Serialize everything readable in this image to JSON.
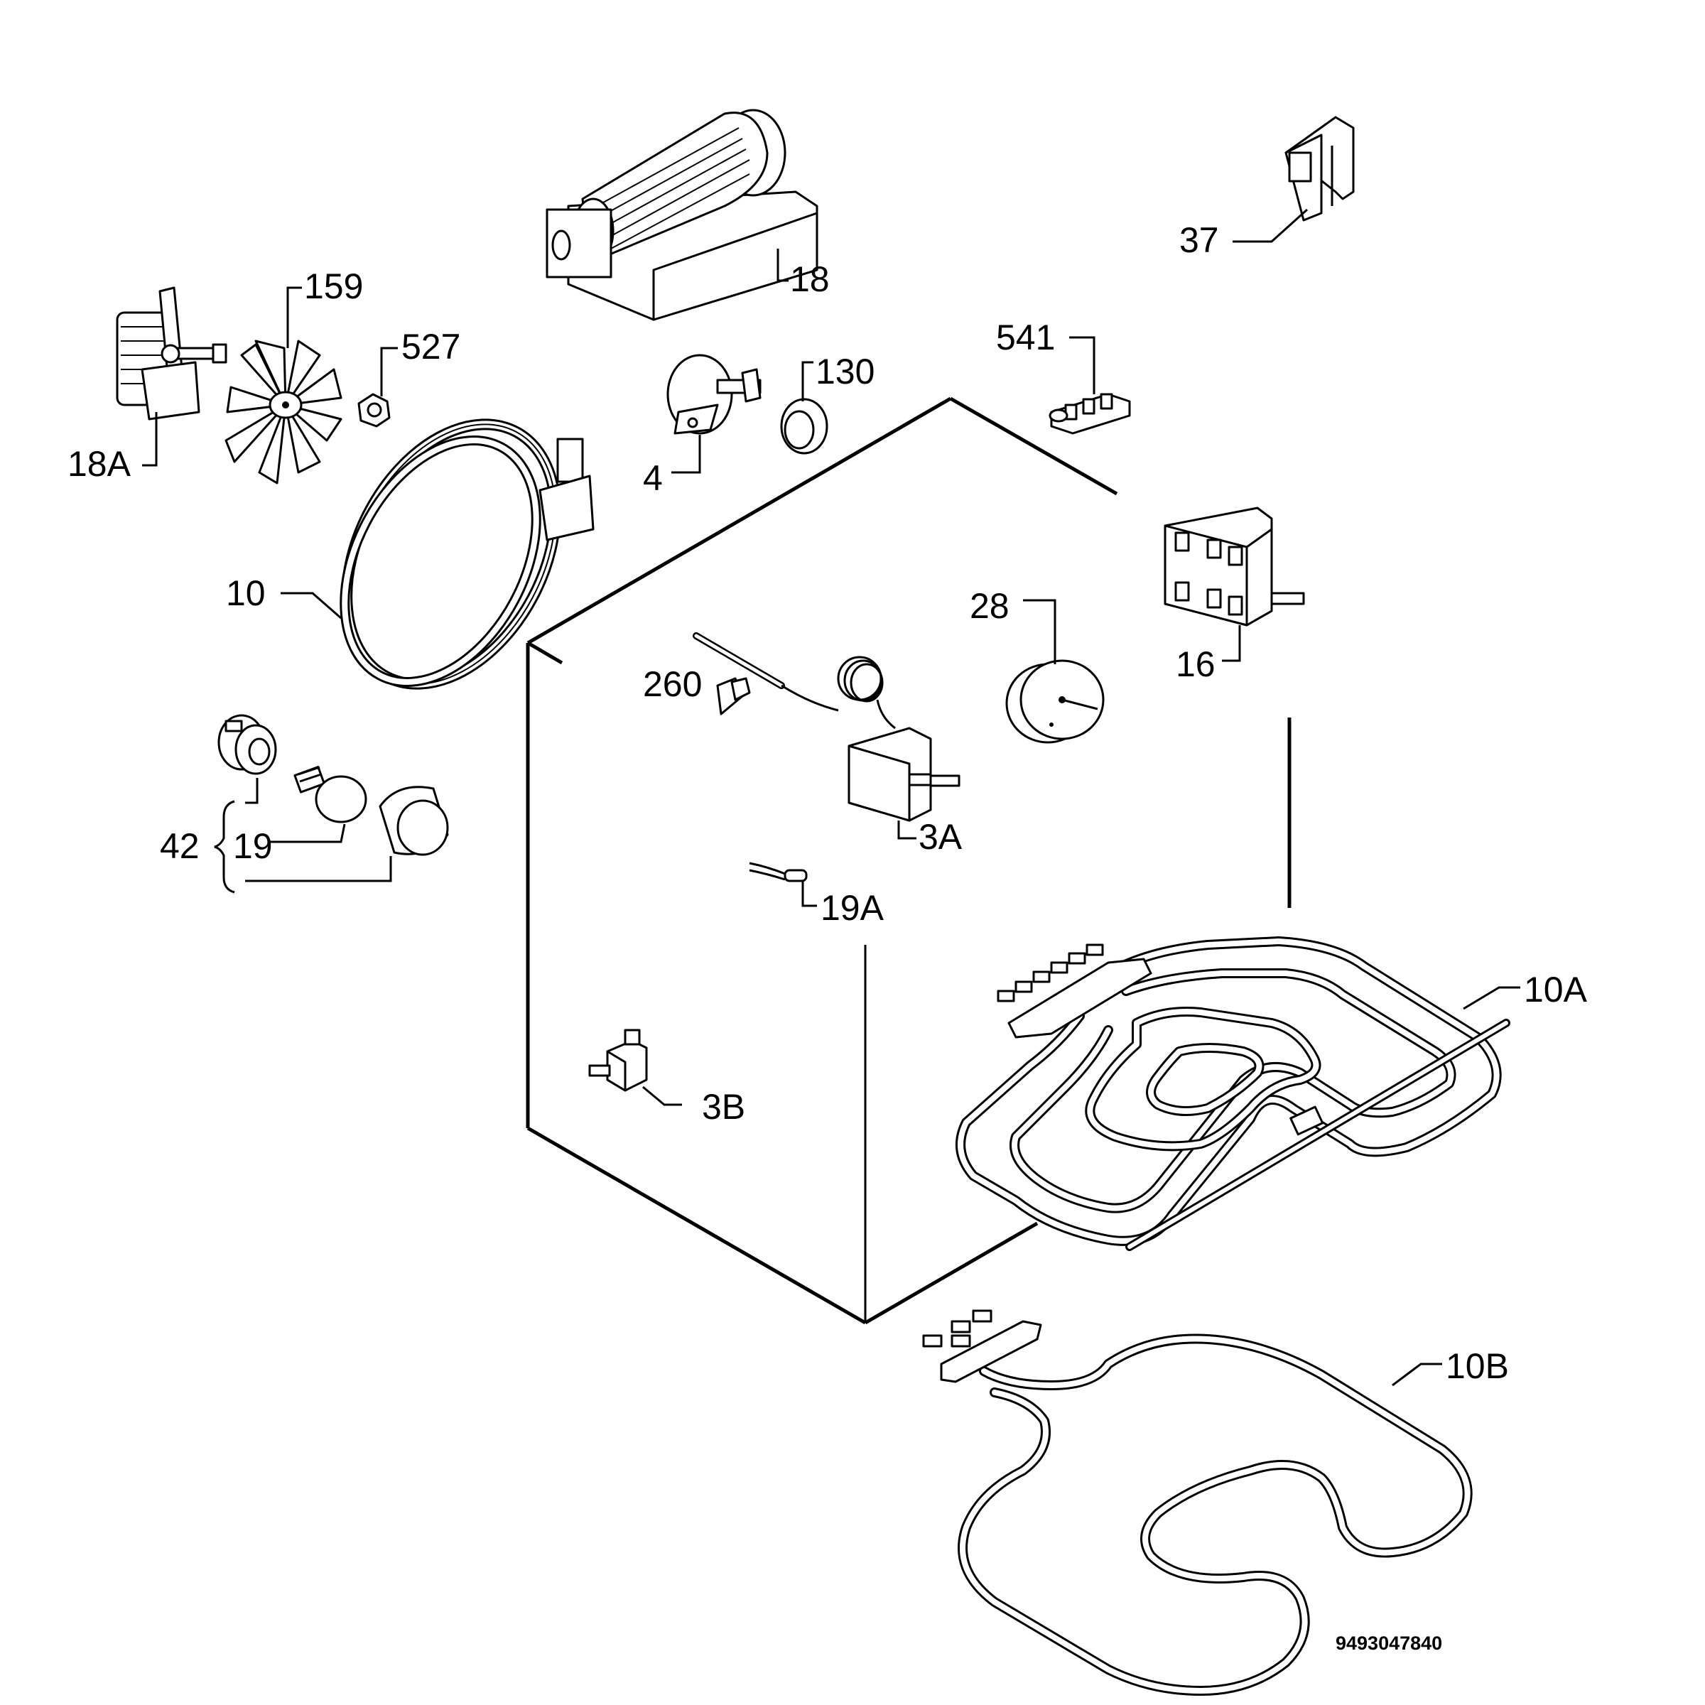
{
  "diagram": {
    "labels": {
      "p18": "18",
      "p159": "159",
      "p527": "527",
      "p18a": "18A",
      "p130": "130",
      "p4": "4",
      "p37": "37",
      "p541": "541",
      "p10": "10",
      "p28": "28",
      "p16": "16",
      "p260": "260",
      "p3a": "3A",
      "p42": "42",
      "p19": "19",
      "p19a": "19A",
      "p10a": "10A",
      "p3b": "3B",
      "p10b": "10B"
    },
    "drawing_code": "9493047840"
  }
}
